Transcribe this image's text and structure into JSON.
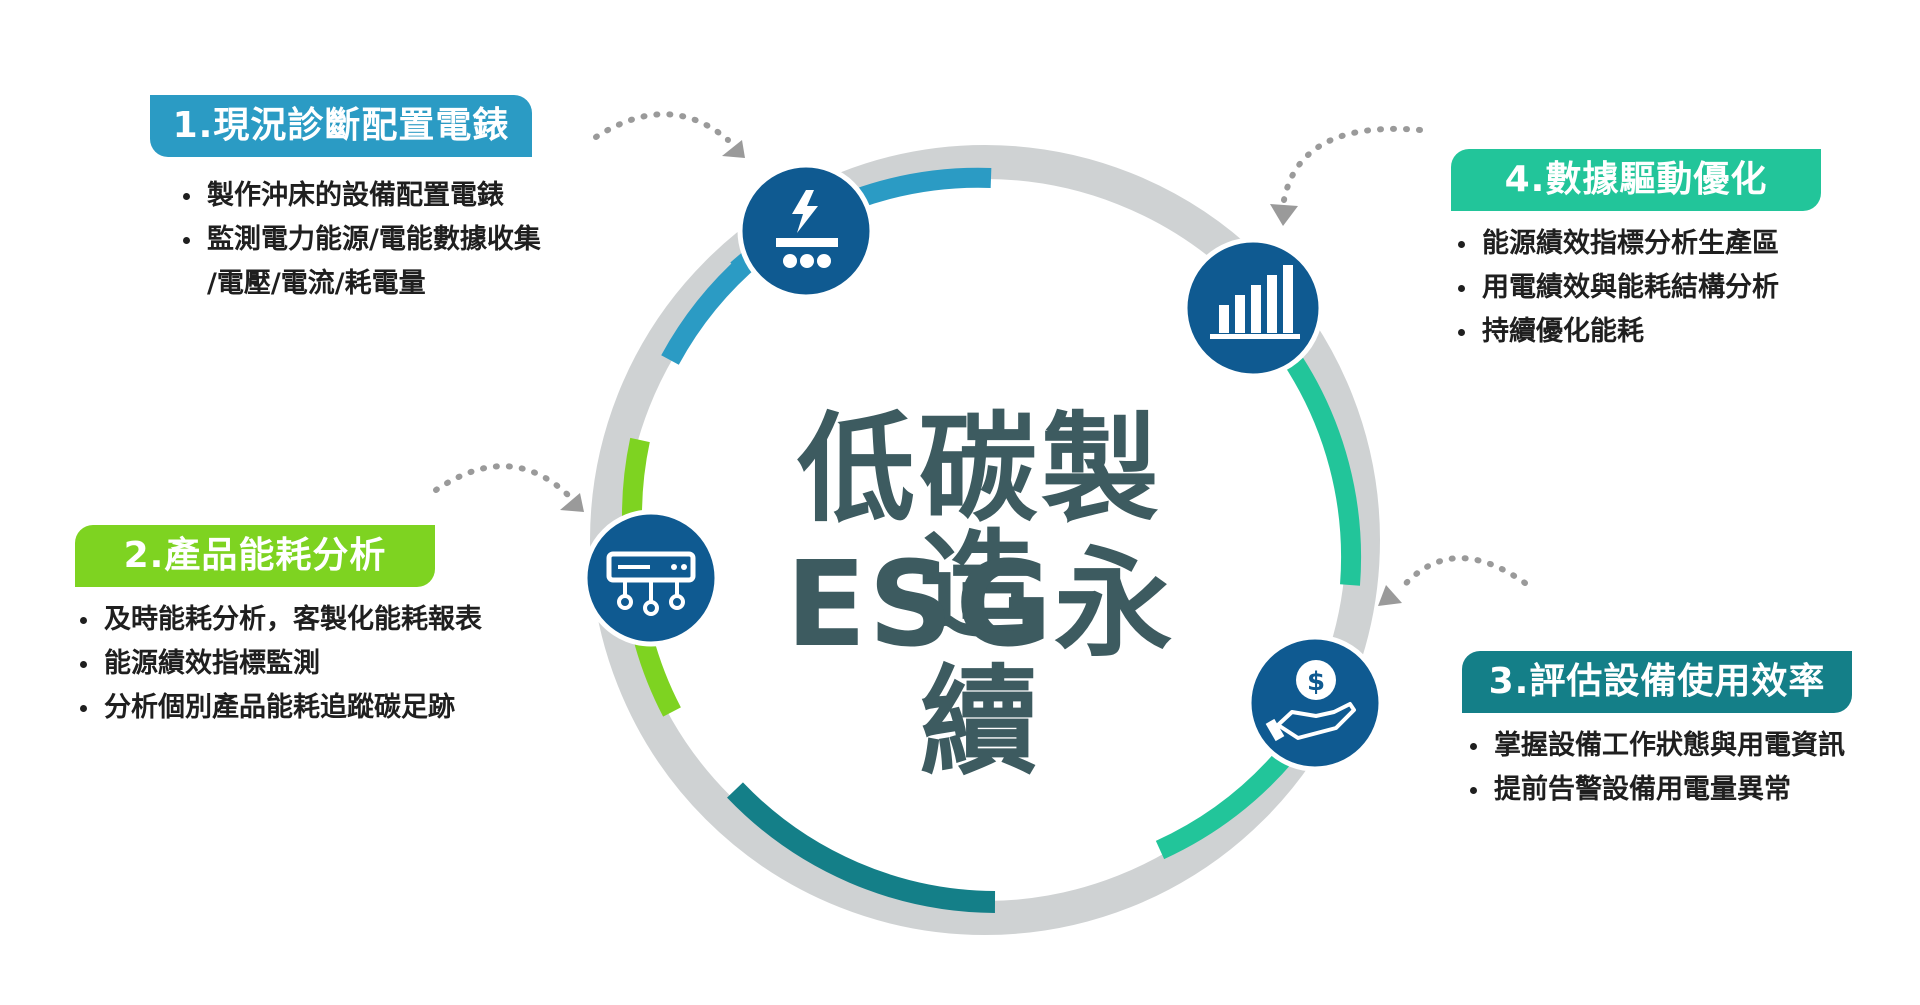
{
  "center": {
    "line1": "低碳製造",
    "line2": "ESG永續"
  },
  "steps": [
    {
      "title": "1.現況診斷配置電錶",
      "bullets": [
        "製作沖床的設備配置電錶",
        "監測電力能源/電能數據收集"
      ],
      "continuation": "/電壓/電流/耗電量",
      "icon": "machine-power-icon",
      "color": "#2b9bc4"
    },
    {
      "title": "2.產品能耗分析",
      "bullets": [
        "及時能耗分析，客製化能耗報表",
        "能源績效指標監測",
        "分析個別產品能耗追蹤碳足跡"
      ],
      "icon": "network-server-icon",
      "color": "#7ed321"
    },
    {
      "title": "3.評估設備使用效率",
      "bullets": [
        "掌握設備工作狀態與用電資訊",
        "提前告警設備用電量異常"
      ],
      "icon": "hand-dollar-icon",
      "color": "#147f88"
    },
    {
      "title": "4.數據驅動優化",
      "bullets": [
        "能源績效指標分析生產區",
        "用電績效與能耗結構分析",
        "持續優化能耗"
      ],
      "icon": "bar-chart-icon",
      "color": "#22c59a"
    }
  ],
  "colors": {
    "ring": "#cfd2d3",
    "icon_circle": "#0f5a91",
    "center_text": "#3d5b60"
  }
}
